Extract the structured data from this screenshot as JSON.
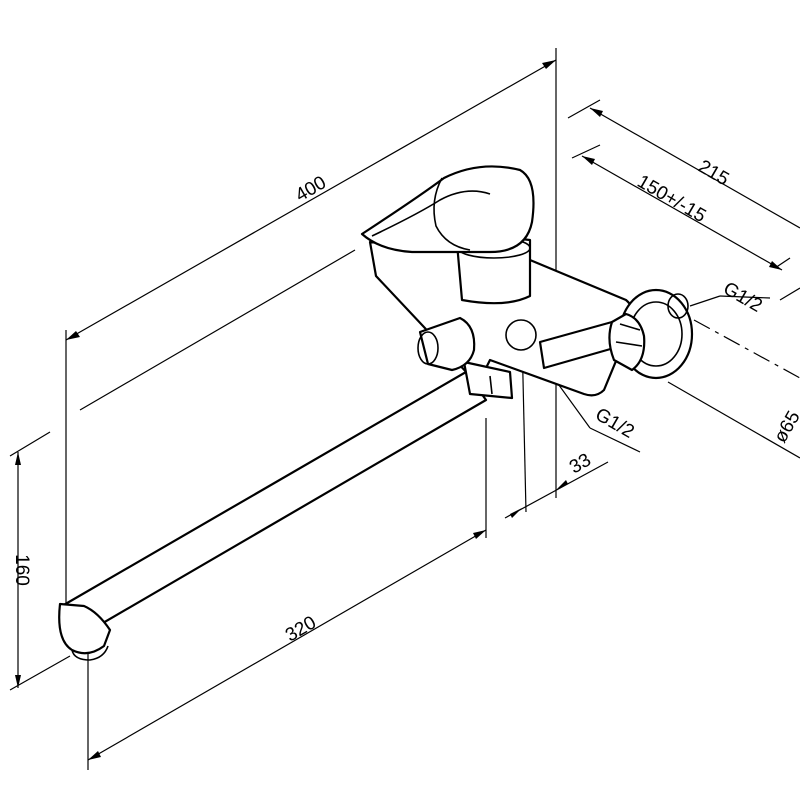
{
  "drawing": {
    "dimensions": {
      "overall_length": "400",
      "spout_length": "320",
      "height": "160",
      "wall_depth": "215",
      "centers": "150+/-15",
      "offset": "33",
      "flange_diameter": "ø65"
    },
    "threads": {
      "inlet": "G1/2",
      "outlet": "G1/2"
    },
    "colors": {
      "line": "#000000",
      "background": "#ffffff"
    }
  }
}
